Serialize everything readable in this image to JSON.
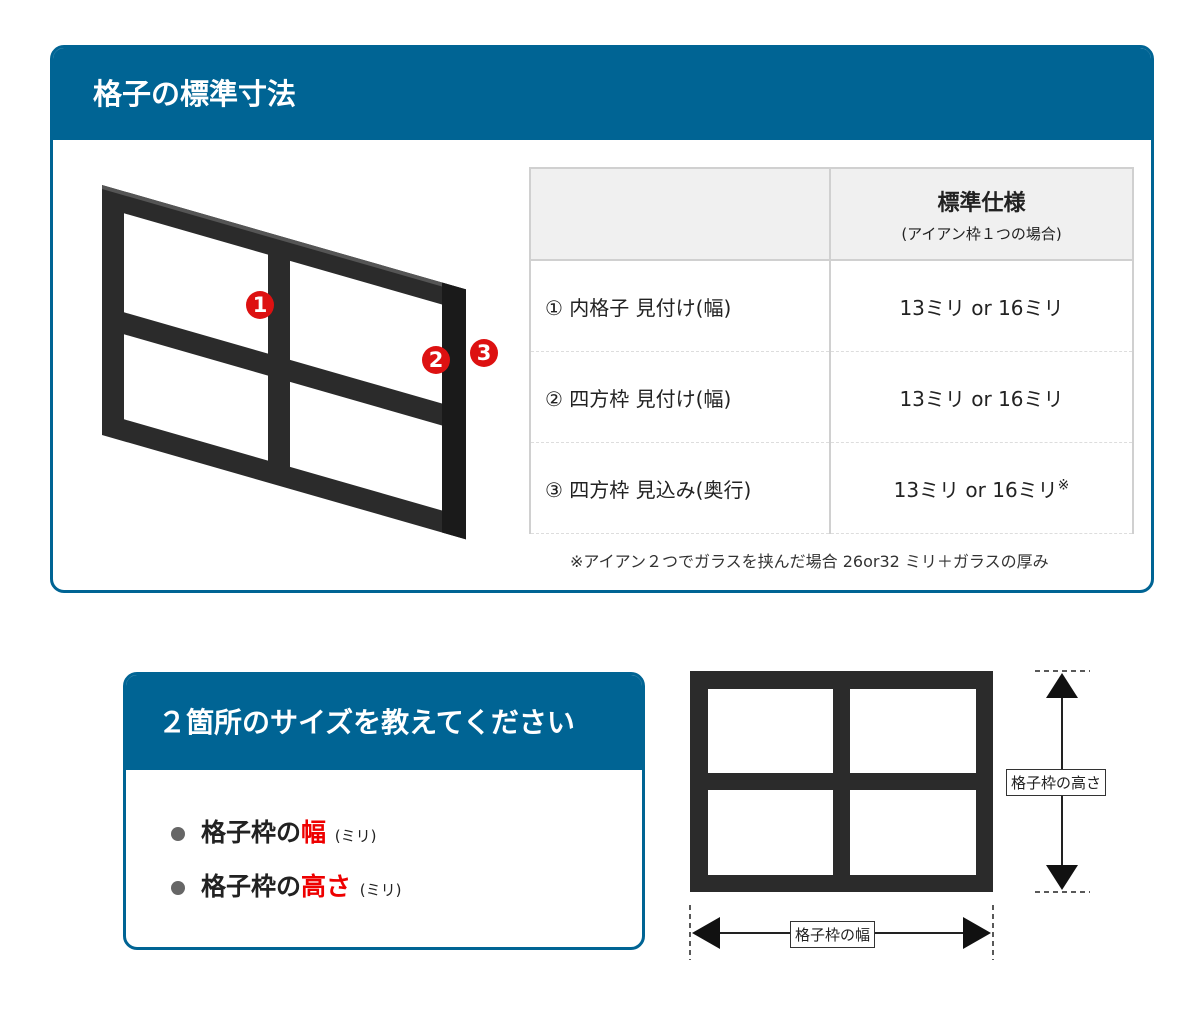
{
  "section1": {
    "title": "格子の標準寸法",
    "table": {
      "header_top": "標準仕様",
      "header_sub": "(アイアン枠１つの場合)",
      "rows": [
        {
          "label": "① 内格子 見付け(幅)",
          "value": "13ミリ or 16ミリ",
          "mark": ""
        },
        {
          "label": "② 四方枠 見付け(幅)",
          "value": "13ミリ or 16ミリ",
          "mark": ""
        },
        {
          "label": "③ 四方枠 見込み(奥行)",
          "value": "13ミリ or 16ミリ",
          "mark": "※"
        }
      ]
    },
    "note": "※アイアン２つでガラスを挟んだ場合 26or32 ミリ＋ガラスの厚み",
    "markers": [
      "1",
      "2",
      "3"
    ]
  },
  "section2": {
    "title": "２箇所のサイズを教えてください",
    "items": [
      {
        "prefix": "格子枠の",
        "accent": "幅",
        "unit": "(ミリ)"
      },
      {
        "prefix": "格子枠の",
        "accent": "高さ",
        "unit": "(ミリ)"
      }
    ],
    "height_label": "格子枠の高さ",
    "width_label": "格子枠の幅"
  },
  "colors": {
    "brand": "#006494",
    "accent": "#ee0000"
  }
}
